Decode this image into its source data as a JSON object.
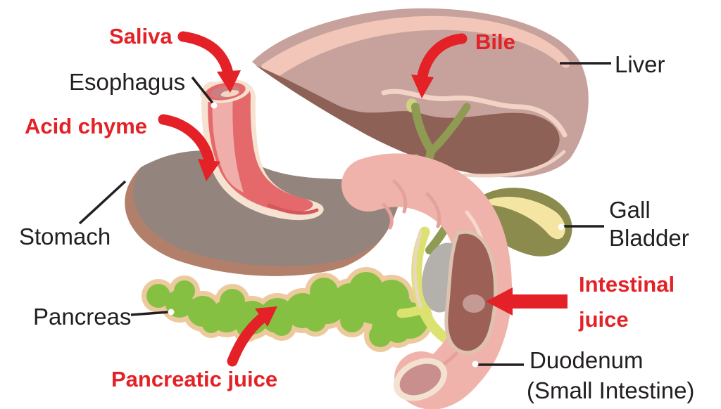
{
  "diagram": {
    "labels": {
      "saliva": "Saliva",
      "esophagus": "Esophagus",
      "acid_chyme": "Acid chyme",
      "stomach": "Stomach",
      "pancreas": "Pancreas",
      "pancreatic_juice": "Pancreatic juice",
      "bile": "Bile",
      "liver": "Liver",
      "gall_bladder_line1": "Gall",
      "gall_bladder_line2": "Bladder",
      "intestinal_juice_line1": "Intestinal",
      "intestinal_juice_line2": "juice",
      "duodenum_line1": "Duodenum",
      "duodenum_line2": "(Small Intestine)"
    },
    "colors": {
      "background": "#ffffff",
      "label_red": "#e32126",
      "label_black": "#231f20",
      "arrow_red": "#e32126",
      "leader_line": "#231f20",
      "leader_dot": "#ffffff",
      "liver_main": "#c7a29c",
      "liver_highlight": "#f2c6b8",
      "liver_underside": "#8d6156",
      "liver_crease": "#f2d3c5",
      "stomach_body": "#93847d",
      "stomach_rim": "#b2806a",
      "esophagus_body": "#e5696b",
      "esophagus_lining": "#f6e2d0",
      "esophagus_inner_light": "#f0aeab",
      "esophagus_lumen": "#ca8082",
      "pancreas_body": "#85c043",
      "pancreas_outline": "#edca9d",
      "gall_bladder_body": "#8b8b4d",
      "gall_bladder_highlight": "#f4e5a3",
      "bile_duct": "#8f9a52",
      "bile_duct_highlight": "#ece2a0",
      "pancreatic_duct": "#dce26f",
      "duodenum_wall": "#f0b3ab",
      "duodenum_interior": "#9c6057",
      "duodenum_lining": "#f4e2d0",
      "duodenum_lumen": "#c98f8e",
      "duodenal_papilla": "#c49b94",
      "shadow_gray": "#b4b0ac"
    }
  }
}
